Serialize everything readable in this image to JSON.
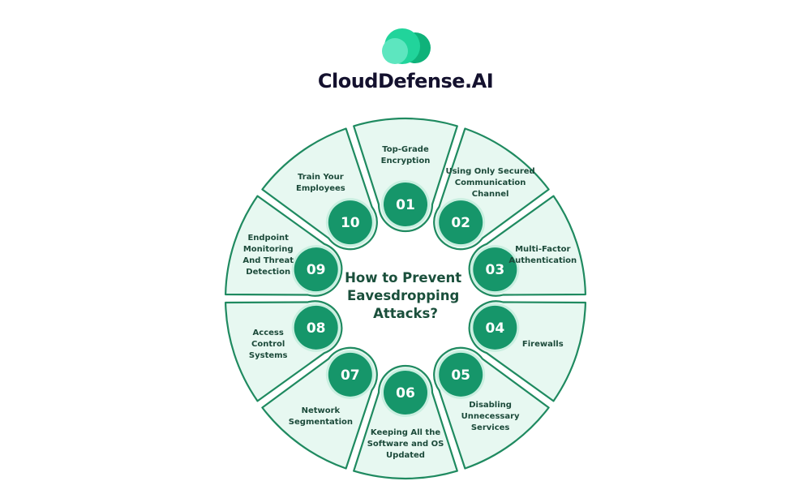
{
  "brand": {
    "name": "CloudDefense.AI",
    "colors": {
      "logo_back": "#0fb27a",
      "logo_mid": "#21d49b",
      "logo_front": "#5de6bf",
      "text": "#14112e"
    }
  },
  "diagram": {
    "title_lines": [
      "How to Prevent",
      "Eavesdropping",
      "Attacks?"
    ],
    "colors": {
      "segment_fill": "#e7f8f1",
      "segment_stroke": "#1f8a60",
      "badge_fill": "#16966a",
      "badge_ring": "#c9efe0",
      "title": "#1a4f3b",
      "label": "#1c4a3a"
    },
    "steps": [
      {
        "number": "01",
        "label_lines": [
          "Top-Grade",
          "Encryption"
        ]
      },
      {
        "number": "02",
        "label_lines": [
          "Using Only Secured",
          "Communication",
          "Channel"
        ]
      },
      {
        "number": "03",
        "label_lines": [
          "Multi-Factor",
          "Authentication"
        ]
      },
      {
        "number": "04",
        "label_lines": [
          "Firewalls"
        ]
      },
      {
        "number": "05",
        "label_lines": [
          "Disabling",
          "Unnecessary",
          "Services"
        ]
      },
      {
        "number": "06",
        "label_lines": [
          "Keeping All the",
          "Software and OS",
          "Updated"
        ]
      },
      {
        "number": "07",
        "label_lines": [
          "Network",
          "Segmentation"
        ]
      },
      {
        "number": "08",
        "label_lines": [
          "Access",
          "Control",
          "Systems"
        ]
      },
      {
        "number": "09",
        "label_lines": [
          "Endpoint",
          "Monitoring",
          "And Threat",
          "Detection"
        ]
      },
      {
        "number": "10",
        "label_lines": [
          "Train Your",
          "Employees"
        ]
      }
    ]
  }
}
